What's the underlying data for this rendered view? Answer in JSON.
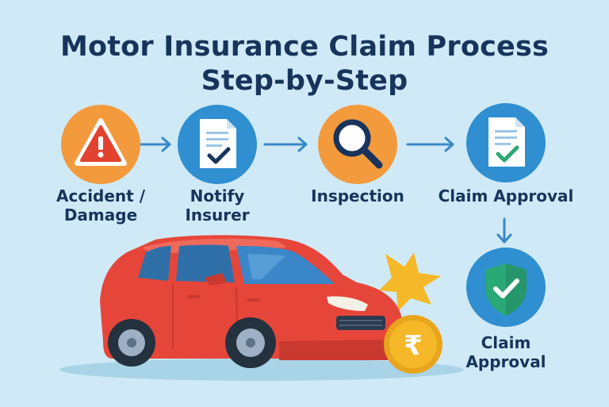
{
  "title": {
    "line1": "Motor Insurance Claim Process",
    "line2": "Step-by-Step"
  },
  "steps": [
    {
      "label_line1": "Accident /",
      "label_line2": "Damage",
      "icon": "warning-icon",
      "color": "#f39a3d"
    },
    {
      "label_line1": "Notify",
      "label_line2": "Insurer",
      "icon": "document-check-icon",
      "color": "#2f8fd0"
    },
    {
      "label_line1": "Inspection",
      "label_line2": "",
      "icon": "magnifier-icon",
      "color": "#f39a3d"
    },
    {
      "label_line1": "Claim Approval",
      "label_line2": "",
      "icon": "document-check-icon",
      "color": "#2f8fd0"
    },
    {
      "label_line1": "Claim",
      "label_line2": "Approval",
      "icon": "shield-check-icon",
      "color": "#2f8fd0"
    }
  ],
  "colors": {
    "background": "#cfeaf6",
    "title": "#17345c",
    "orange": "#f39a3d",
    "blue": "#2f8fd0",
    "car_red": "#e6463a",
    "coin": "#f5b829",
    "check_green": "#2aa876"
  },
  "decor": {
    "coin_symbol": "₹",
    "car": "red-car-illustration"
  }
}
